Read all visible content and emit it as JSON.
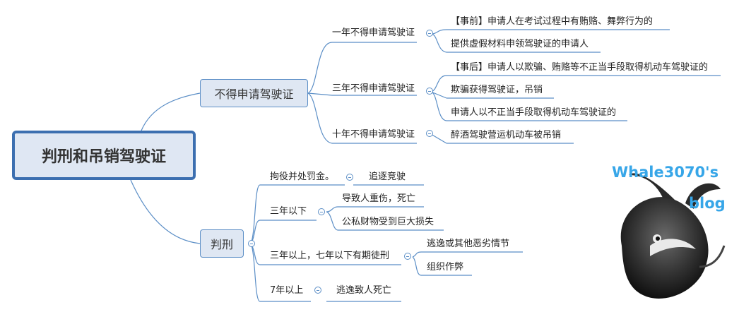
{
  "root": "判刑和吊销驾驶证",
  "branches": [
    {
      "label": "不得申请驾驶证",
      "children": [
        {
          "label": "一年不得申请驾驶证",
          "items": [
            "【事前】申请人在考试过程中有贿赂、舞弊行为的",
            "提供虚假材料申领驾驶证的申请人"
          ]
        },
        {
          "label": "三年不得申请驾驶证",
          "items": [
            "【事后】申请人以欺骗、贿赂等不正当手段取得机动车驾驶证的",
            "欺骗获得驾驶证，吊销",
            "申请人以不正当手段取得机动车驾驶证的"
          ]
        },
        {
          "label": "十年不得申请驾驶证",
          "items": [
            "醉酒驾驶营运机动车被吊销"
          ]
        }
      ]
    },
    {
      "label": "判刑",
      "children": [
        {
          "label": "拘役并处罚金。",
          "items": [
            "追逐竞驶"
          ]
        },
        {
          "label": "三年以下",
          "items": [
            "导致人重伤，死亡",
            "公私财物受到巨大损失"
          ]
        },
        {
          "label": "三年以上，七年以下有期徒刑",
          "items": [
            "逃逸或其他恶劣情节",
            "组织作弊"
          ]
        },
        {
          "label": "7年以上",
          "items": [
            "逃逸致人死亡"
          ]
        }
      ]
    }
  ],
  "watermark": {
    "line1": "Whale3070's",
    "line2": "blog"
  },
  "colors": {
    "line": "#5b8ec6",
    "node_fill": "#dfe7f3",
    "root_border": "#3c6fb0",
    "watermark": "#37a6e8"
  }
}
